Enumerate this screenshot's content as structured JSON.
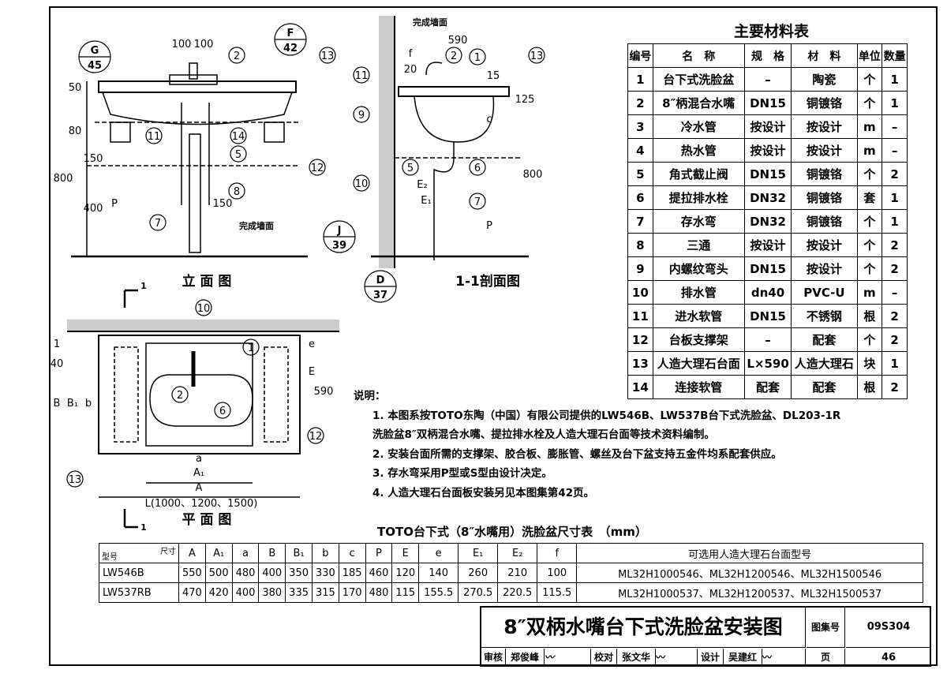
{
  "materials": {
    "title": "主要材料表",
    "headers": [
      "编号",
      "名　称",
      "规　格",
      "材　料",
      "单位",
      "数量"
    ],
    "rows": [
      [
        "1",
        "台下式洗脸盆",
        "–",
        "陶瓷",
        "个",
        "1"
      ],
      [
        "2",
        "8″柄混合水嘴",
        "DN15",
        "铜镀铬",
        "个",
        "1"
      ],
      [
        "3",
        "冷水管",
        "按设计",
        "按设计",
        "m",
        "–"
      ],
      [
        "4",
        "热水管",
        "按设计",
        "按设计",
        "m",
        "–"
      ],
      [
        "5",
        "角式截止阀",
        "DN15",
        "铜镀铬",
        "个",
        "2"
      ],
      [
        "6",
        "提拉排水栓",
        "DN32",
        "铜镀铬",
        "套",
        "1"
      ],
      [
        "7",
        "存水弯",
        "DN32",
        "铜镀铬",
        "个",
        "1"
      ],
      [
        "8",
        "三通",
        "按设计",
        "按设计",
        "个",
        "2"
      ],
      [
        "9",
        "内螺纹弯头",
        "DN15",
        "按设计",
        "个",
        "2"
      ],
      [
        "10",
        "排水管",
        "dn40",
        "PVC-U",
        "m",
        "–"
      ],
      [
        "11",
        "进水软管",
        "DN15",
        "不锈钢",
        "根",
        "2"
      ],
      [
        "12",
        "台板支撑架",
        "–",
        "配套",
        "个",
        "2"
      ],
      [
        "13",
        "人造大理石台面",
        "L×590",
        "人造大理石",
        "块",
        "1"
      ],
      [
        "14",
        "连接软管",
        "配套",
        "配套",
        "根",
        "2"
      ]
    ]
  },
  "dimensions": {
    "title": "TOTO台下式（8″水嘴用）洗脸盆尺寸表　（mm）",
    "corner_top": "尺寸",
    "corner_bottom": "型号",
    "headers": [
      "A",
      "A₁",
      "a",
      "B",
      "B₁",
      "b",
      "c",
      "P",
      "E",
      "e",
      "E₁",
      "E₂",
      "f",
      "可选用人造大理石台面型号"
    ],
    "rows": [
      [
        "LW546B",
        "550",
        "500",
        "480",
        "400",
        "350",
        "330",
        "185",
        "460",
        "120",
        "140",
        "260",
        "210",
        "100",
        "ML32H1000546、ML32H1200546、ML32H1500546"
      ],
      [
        "LW537RB",
        "470",
        "420",
        "400",
        "380",
        "335",
        "315",
        "170",
        "480",
        "115",
        "155.5",
        "270.5",
        "220.5",
        "115.5",
        "ML32H1000537、ML32H1200537、ML32H1500537"
      ]
    ]
  },
  "notes": {
    "heading": "说明：",
    "items": [
      "1. 本图系按TOTO东陶（中国）有限公司提供的LW546B、LW537B台下式洗脸盆、DL203-1R",
      "洗脸盆8″双柄混合水嘴、提拉排水栓及人造大理石台面等技术资料编制。",
      "2. 安装台面所需的支撑架、胶合板、膨胀管、螺丝及台下盆支持五金件均系配套供应。",
      "3. 存水弯采用P型或S型由设计决定。",
      "4. 人造大理石台面板安装另见本图集第42页。"
    ]
  },
  "title_block": {
    "title": "8″双柄水嘴台下式洗脸盆安装图",
    "atlas_label": "图集号",
    "atlas_no": "09S304",
    "review_label": "审核",
    "reviewer": "郑俊峰",
    "check_label": "校对",
    "checker": "张文华",
    "design_label": "设计",
    "designer": "吴建红",
    "page_label": "页",
    "page_no": "46"
  },
  "drawings": {
    "elevation_title": "立 面 图",
    "section_title": "1-1剖面图",
    "plan_title": "平 面 图",
    "finished_wall": "完成墙面",
    "section_mark": "1",
    "elev_dims": [
      "100",
      "100",
      "50",
      "80",
      "150",
      "800",
      "400",
      "P",
      "150"
    ],
    "section_dims": [
      "590",
      "f",
      "20",
      "15",
      "125",
      "c",
      "E₂",
      "E₁",
      "800",
      "P"
    ],
    "plan_dims": [
      "40",
      "1",
      "B",
      "B₁",
      "b",
      "e",
      "E",
      "590",
      "a",
      "A₁",
      "A",
      "L(1000、1200、1500)"
    ],
    "refs": [
      {
        "top": "G",
        "bottom": "45"
      },
      {
        "top": "F",
        "bottom": "42"
      },
      {
        "top": "J",
        "bottom": "39"
      },
      {
        "top": "D",
        "bottom": "37"
      }
    ],
    "callouts_elev": [
      "2",
      "13",
      "11",
      "14",
      "5",
      "12",
      "8",
      "7"
    ],
    "callouts_sec": [
      "2",
      "1",
      "13",
      "11",
      "9",
      "6",
      "5",
      "10",
      "7"
    ],
    "callouts_plan": [
      "10",
      "1",
      "2",
      "6",
      "12",
      "13"
    ]
  }
}
